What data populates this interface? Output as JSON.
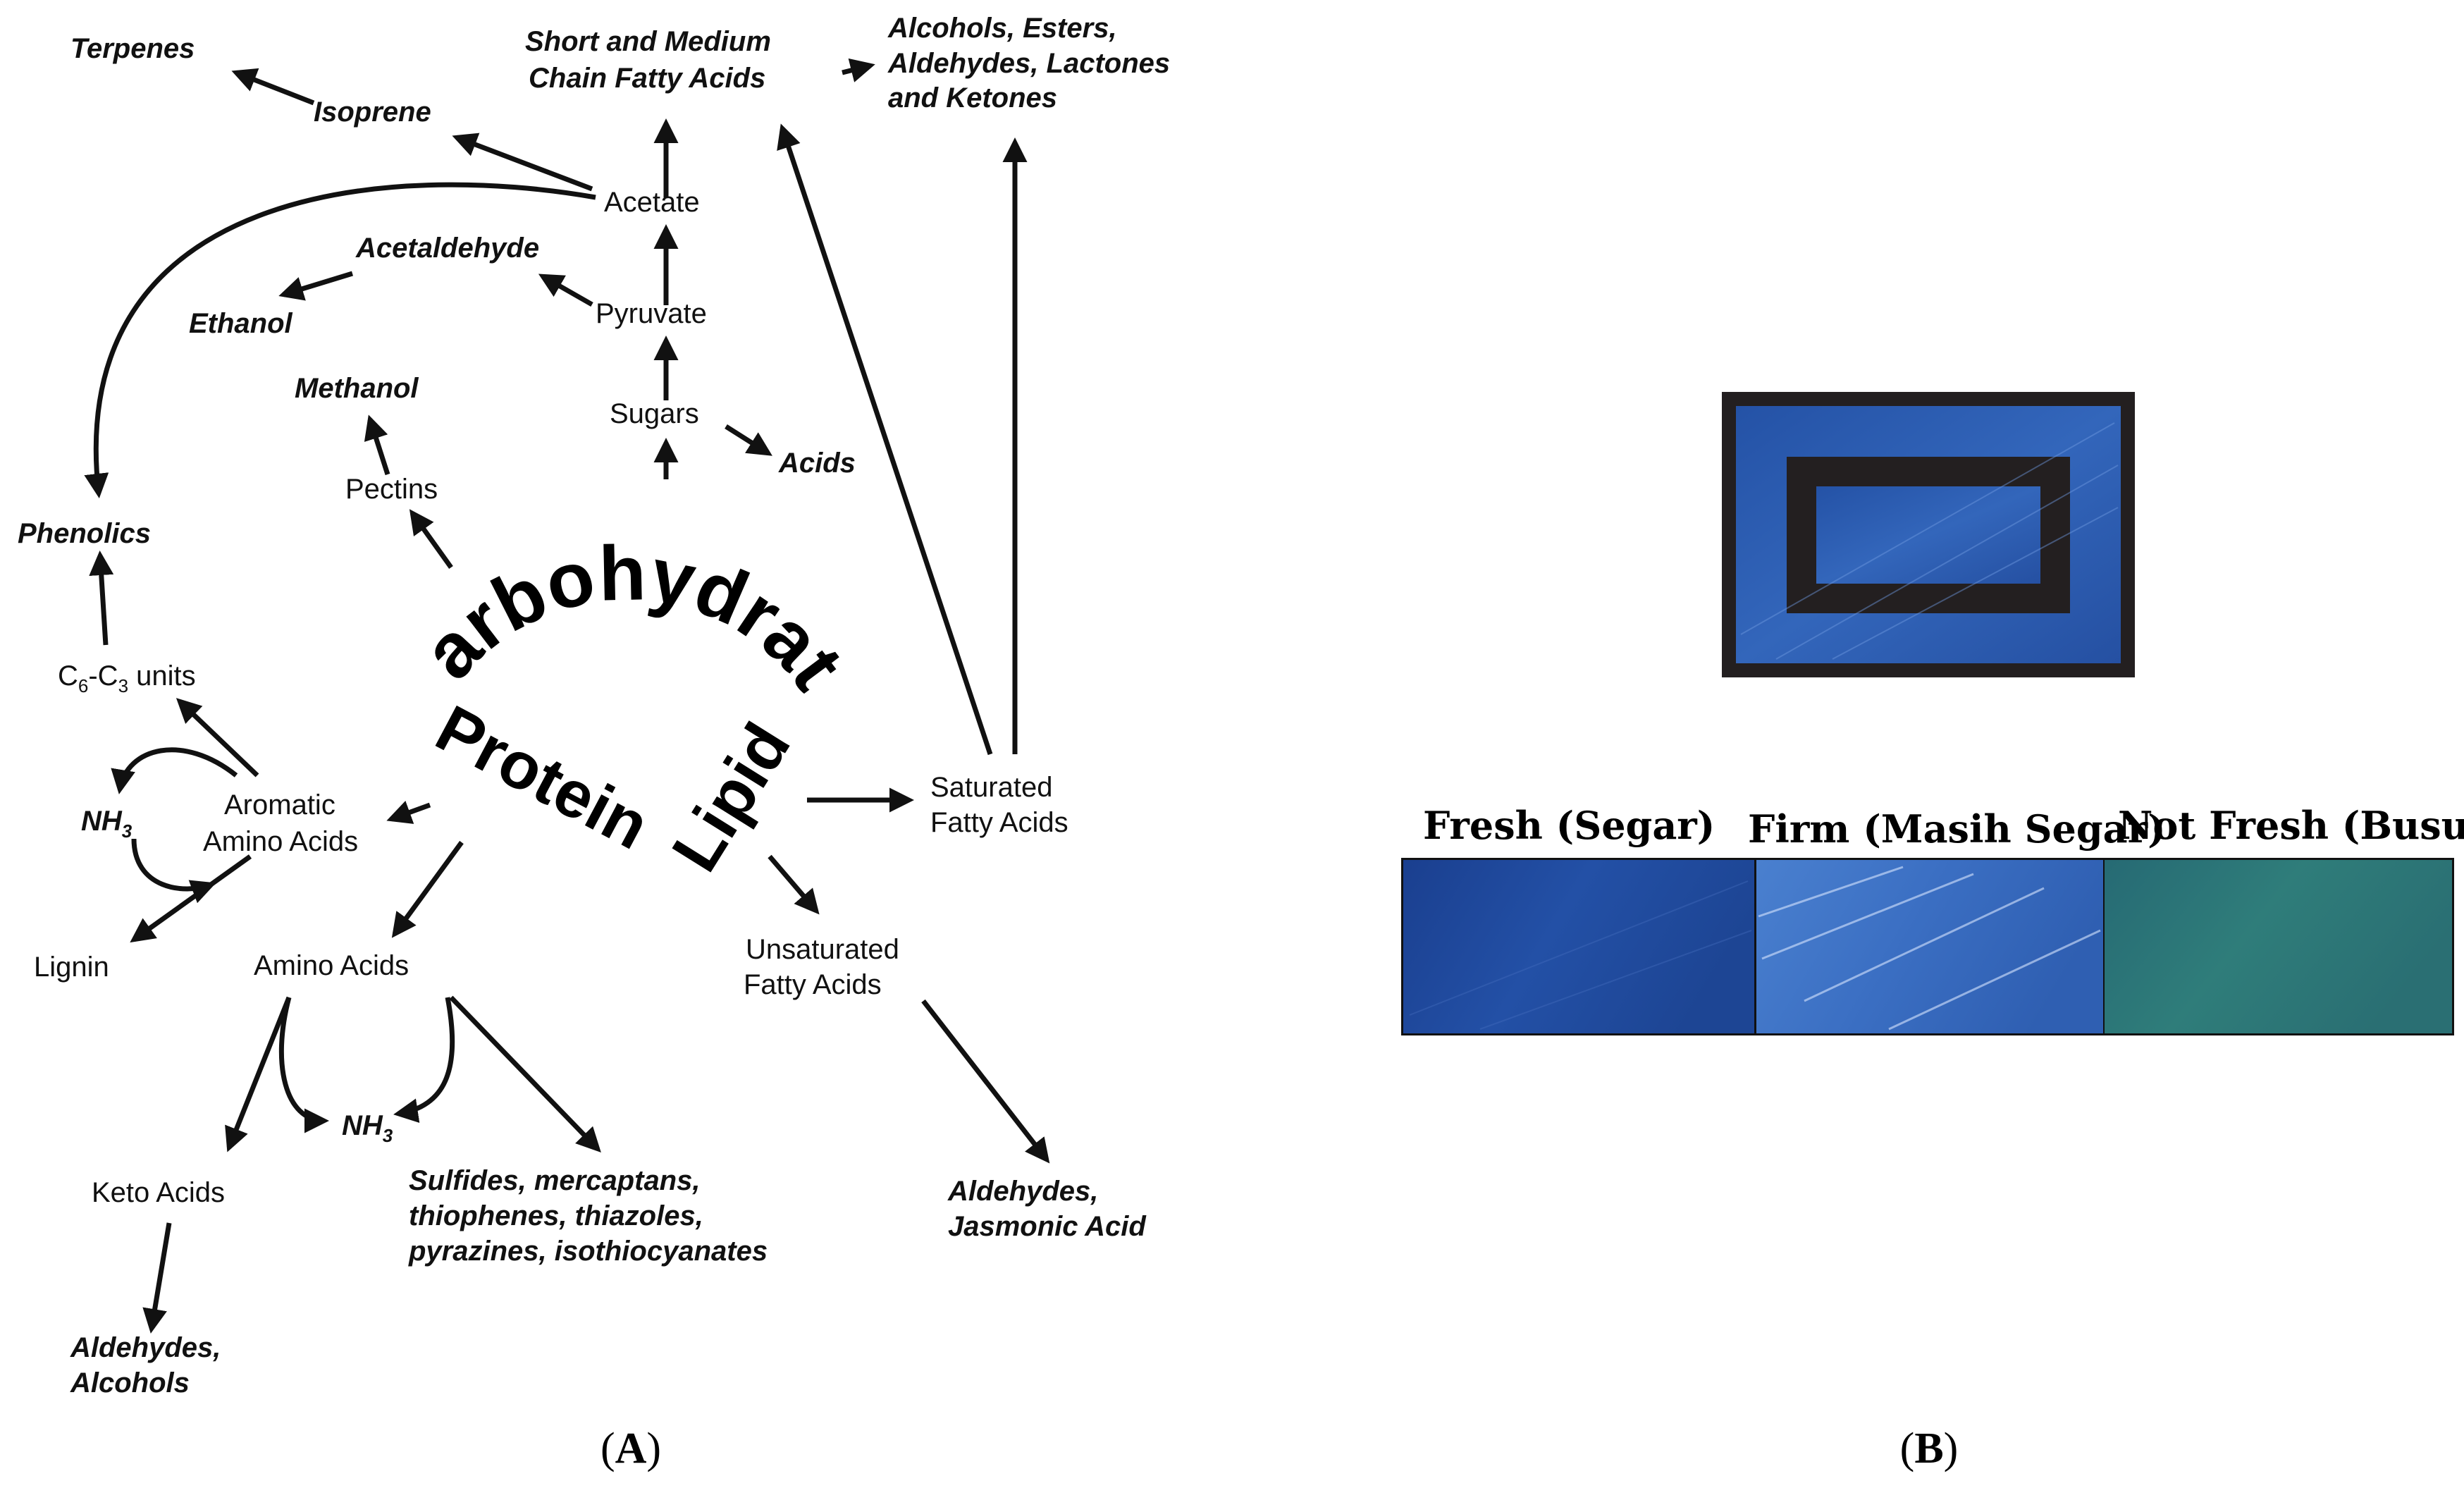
{
  "panel_a": {
    "label": "A",
    "core": {
      "carbohydrate": "Carbohydrate",
      "protein": "Protein",
      "lipid": "Lipid"
    },
    "nodes": {
      "terpenes": "Terpenes",
      "isoprene": "Isoprene",
      "short_medium_1": "Short and Medium",
      "short_medium_2": "Chain Fatty Acids",
      "alcohols_1": "Alcohols, Esters,",
      "alcohols_2": "Aldehydes, Lactones",
      "alcohols_3": "and Ketones",
      "acetate": "Acetate",
      "acetaldehyde": "Acetaldehyde",
      "ethanol": "Ethanol",
      "pyruvate": "Pyruvate",
      "methanol": "Methanol",
      "sugars": "Sugars",
      "acids": "Acids",
      "pectins": "Pectins",
      "phenolics": "Phenolics",
      "c6c3_c": "C",
      "c6c3_6": "6",
      "c6c3_dash": "-C",
      "c6c3_3": "3",
      "c6c3_units": " units",
      "nh3_top": "NH",
      "nh3_top_sub": "3",
      "aromatic_1": "Aromatic",
      "aromatic_2": "Amino Acids",
      "lignin": "Lignin",
      "saturated_1": "Saturated",
      "saturated_2": "Fatty Acids",
      "amino_acids": "Amino Acids",
      "unsaturated_1": "Unsaturated",
      "unsaturated_2": "Fatty Acids",
      "nh3_bottom": "NH",
      "nh3_bottom_sub": "3",
      "keto_acids": "Keto Acids",
      "sulfides_1": "Sulfides, mercaptans,",
      "sulfides_2": "thiophenes, thiazoles,",
      "sulfides_3": "pyrazines, isothiocyanates",
      "aldehydes_jas_1": "Aldehydes,",
      "aldehydes_jas_2": "Jasmonic Acid",
      "aldehydes_alc_1": "Aldehydes,",
      "aldehydes_alc_2": "Alcohols"
    }
  },
  "panel_b": {
    "label": "B",
    "headings": [
      "Fresh (Segar)",
      "Firm (Masih Segar)",
      "Not Fresh (Busuk)"
    ],
    "swatch_colors": [
      "#1e4a9e",
      "#3d70c4",
      "#2f7a78"
    ],
    "sensor_colors": {
      "frame": "#231f20",
      "fill": "#2a55a8"
    }
  }
}
